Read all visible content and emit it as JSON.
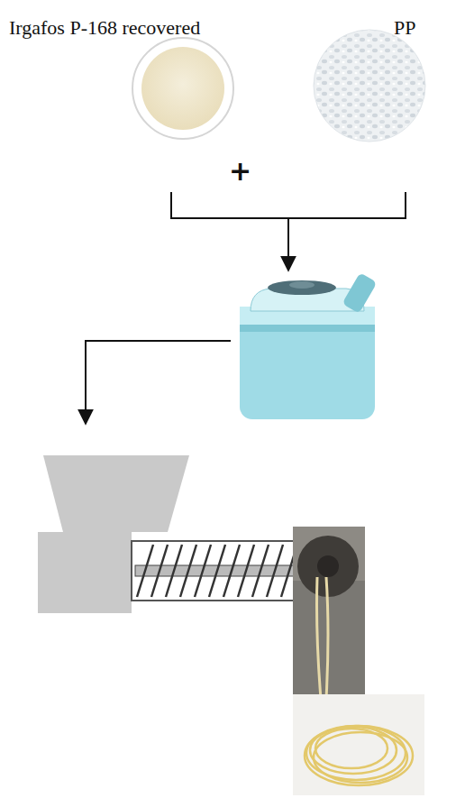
{
  "diagram": {
    "nodes": [
      {
        "text": [
          "Irgafos P-168 recovered"
        ]
      },
      {
        "text": [
          "PP"
        ]
      }
    ],
    "labels": [
      "+"
    ]
  }
}
